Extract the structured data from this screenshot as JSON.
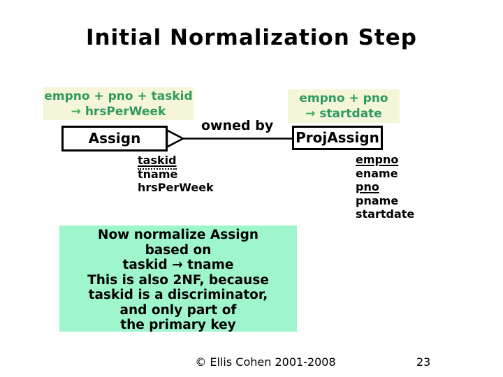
{
  "slide": {
    "title": "Initial Normalization Step",
    "fd_left": {
      "line1": "empno + pno + taskid",
      "arrow": "→",
      "line2": "hrsPerWeek"
    },
    "fd_right": {
      "line1": "empno + pno",
      "arrow": "→",
      "line2": "startdate"
    },
    "diagram": {
      "left_entity": {
        "name": "Assign"
      },
      "right_entity": {
        "name": "ProjAssign"
      },
      "relationship_label": "owned by",
      "left_attributes": [
        {
          "text": "taskid",
          "underline": "solid+dotted"
        },
        {
          "text": "tname"
        },
        {
          "text": "hrsPerWeek"
        }
      ],
      "right_attributes": [
        {
          "text": "empno",
          "underline": "solid"
        },
        {
          "text": "ename"
        },
        {
          "text": "pno",
          "underline": "solid"
        },
        {
          "text": "pname"
        },
        {
          "text": "startdate"
        }
      ]
    },
    "note": {
      "lines": [
        "Now normalize Assign",
        "based on",
        "taskid → tname",
        "This is also 2NF, because",
        "taskid is a discriminator,",
        "and only part of",
        "the primary key"
      ]
    },
    "footer": {
      "copyright": "© Ellis Cohen 2001-2008",
      "page_number": "23"
    }
  },
  "colors": {
    "fd-bg": "#F5F5D9",
    "fd-text": "#2E9A60",
    "fd-arrow": "#3FAE57",
    "note-bg": "#9FF6CC"
  }
}
